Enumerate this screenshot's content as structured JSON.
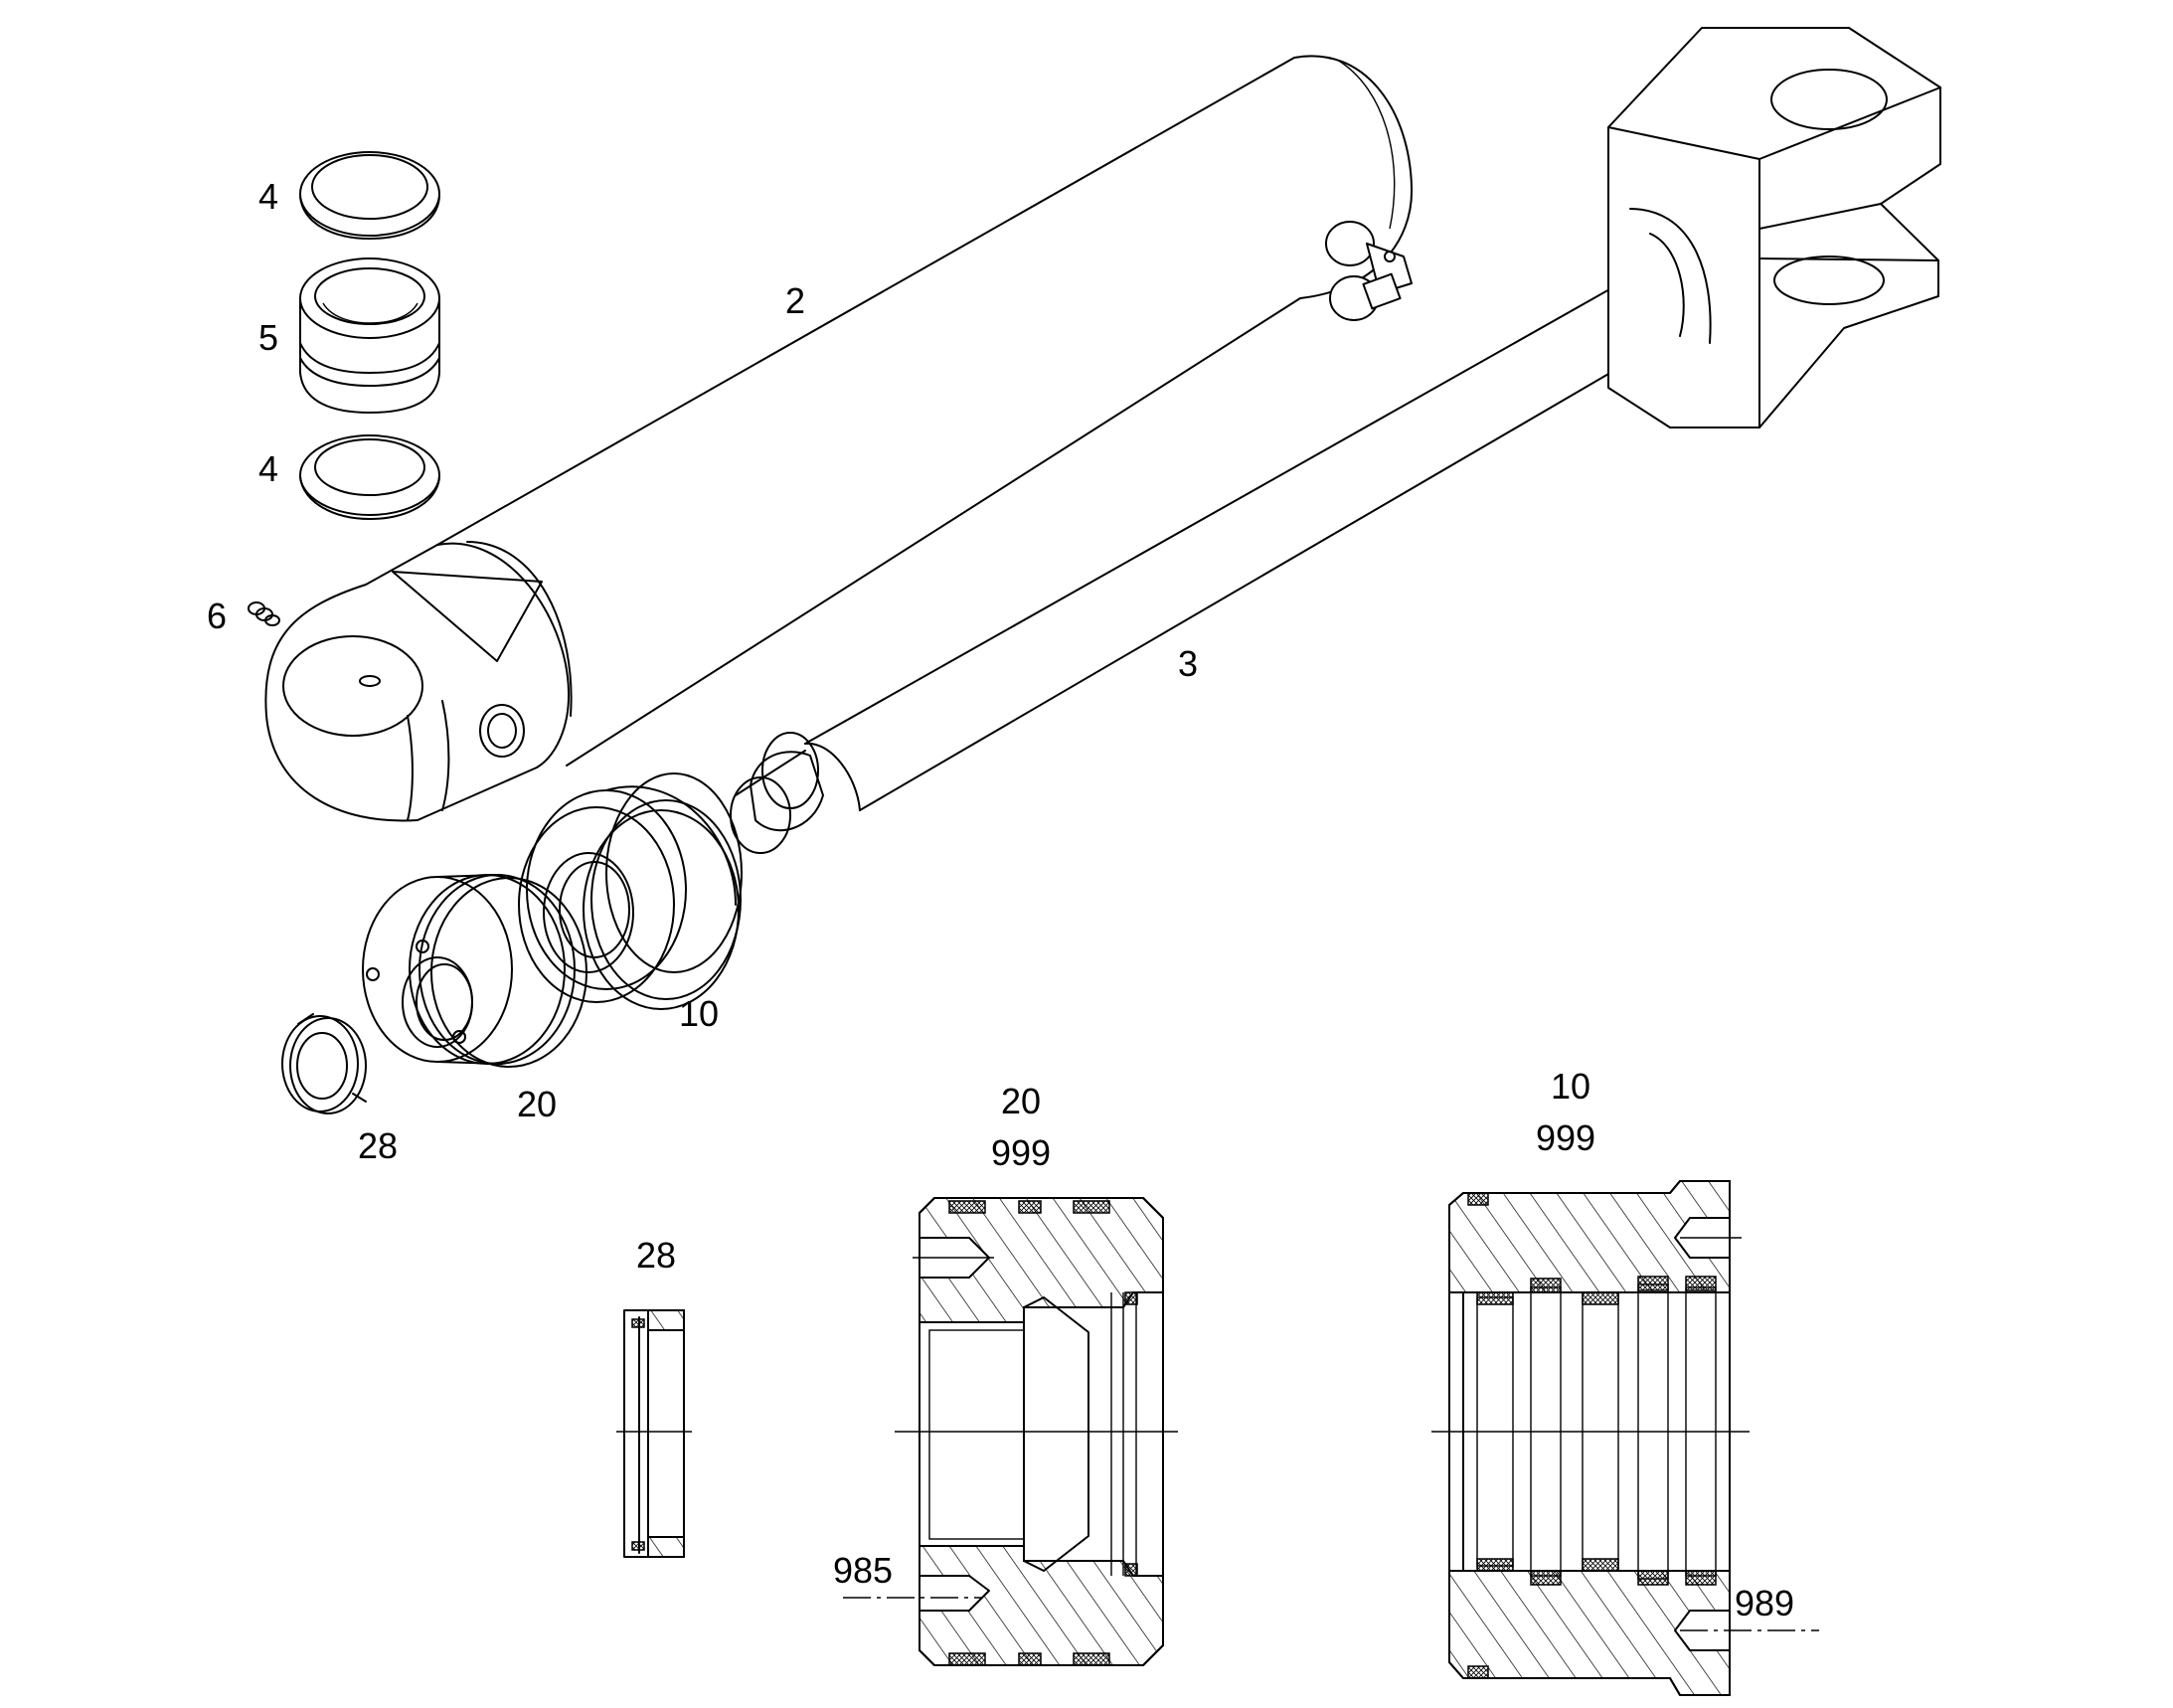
{
  "labels": {
    "top_seal_4": "4",
    "bushing_5": "5",
    "bottom_seal_4": "4",
    "grease_nipple_6": "6",
    "cylinder_tube_2": "2",
    "piston_rod_3": "3",
    "piston_10": "10",
    "cylinder_head_20": "20",
    "nut_28": "28"
  },
  "sections": {
    "nut": {
      "part": "28"
    },
    "head": {
      "part": "20",
      "kit": "999",
      "callout": "985"
    },
    "piston": {
      "part": "10",
      "kit": "999",
      "callout": "989"
    }
  }
}
